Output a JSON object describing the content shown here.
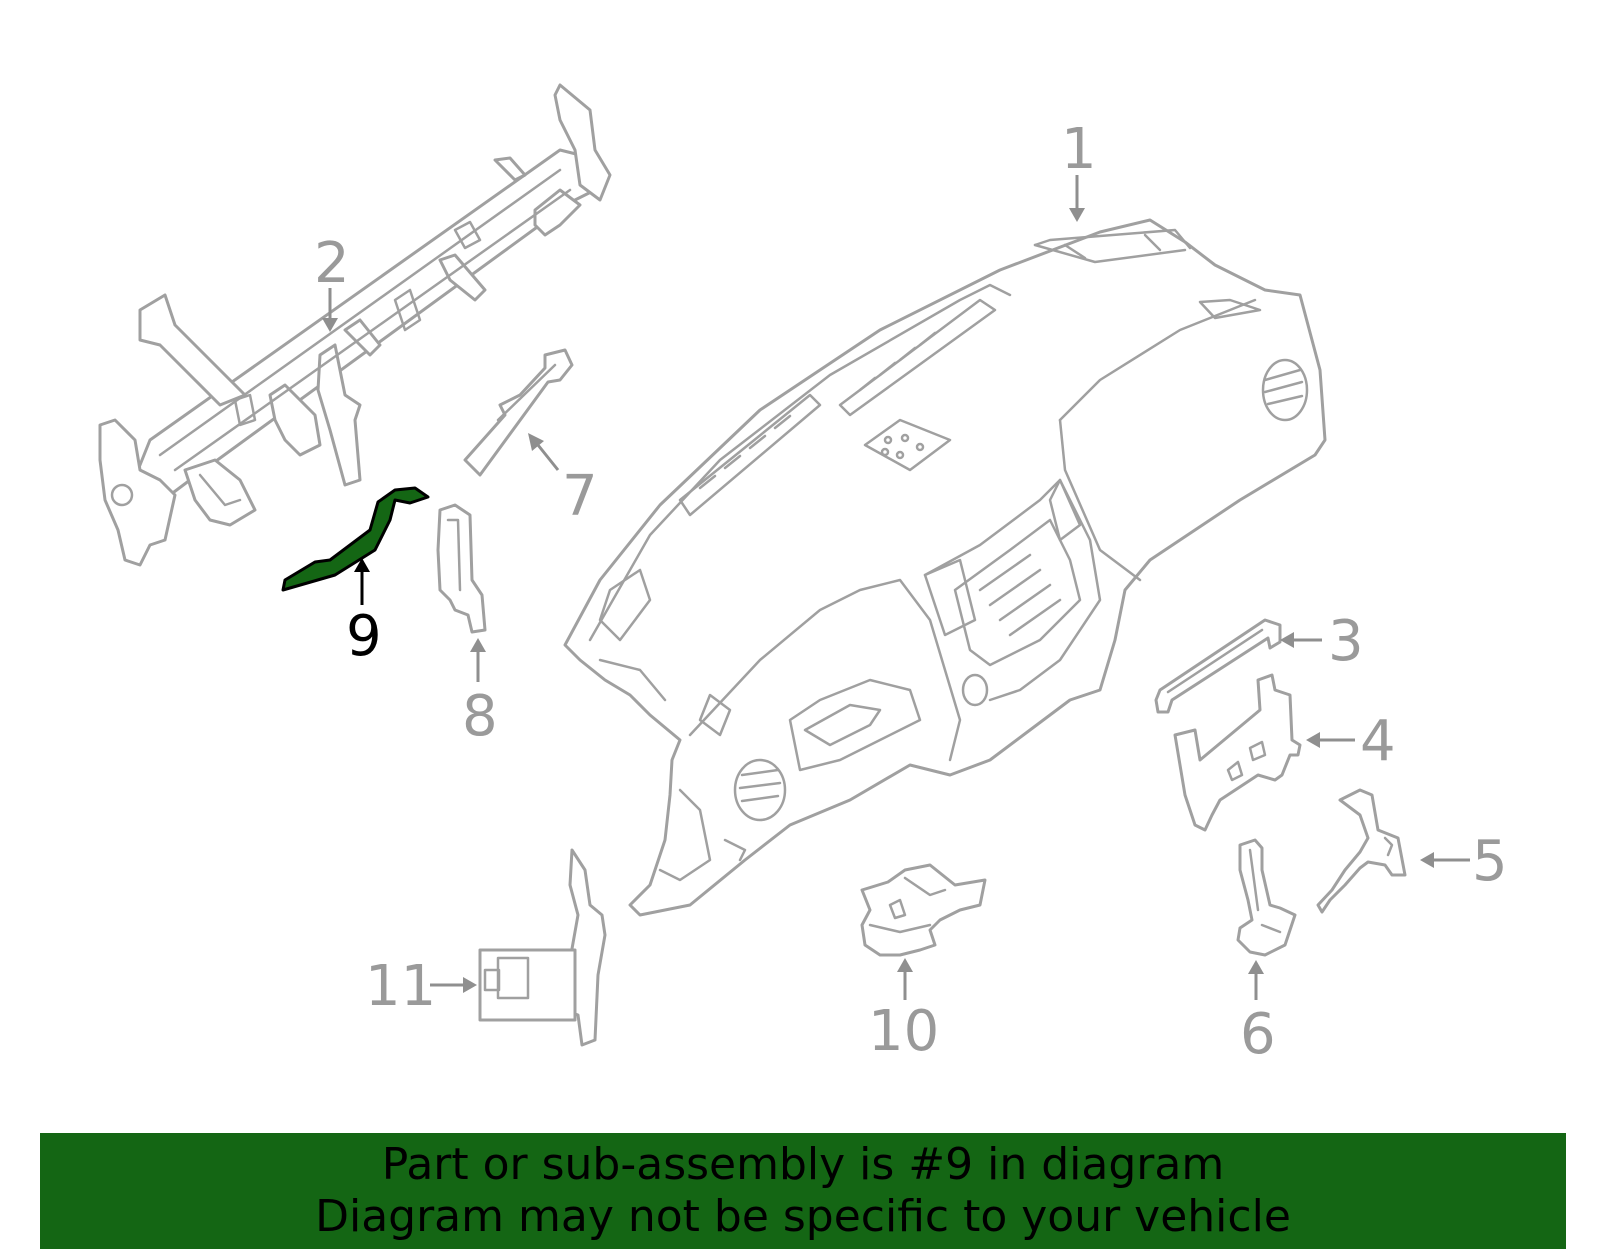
{
  "highlight_color": "#146614",
  "line_color": "#a0a0a0",
  "callouts": {
    "c1": "1",
    "c2": "2",
    "c3": "3",
    "c4": "4",
    "c5": "5",
    "c6": "6",
    "c7": "7",
    "c8": "8",
    "c9": "9",
    "c10": "10",
    "c11": "11"
  },
  "highlighted_callout": "9",
  "banner": {
    "line1": "Part or sub-assembly is #9 in diagram",
    "line2": "Diagram may not be specific to your vehicle"
  }
}
